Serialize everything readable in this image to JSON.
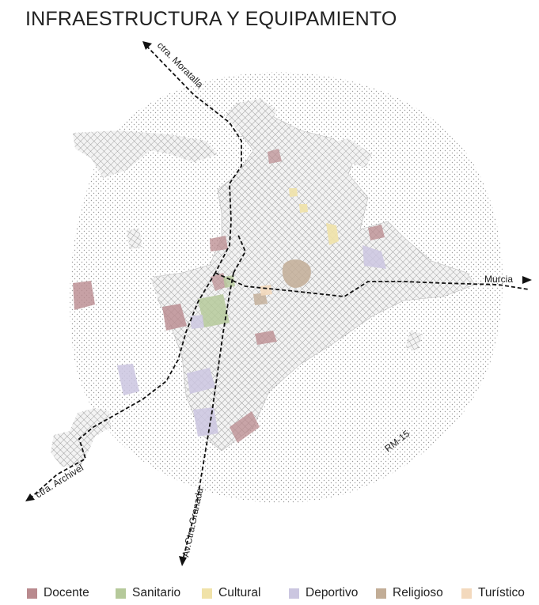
{
  "title": "INFRAESTRUCTURA Y EQUIPAMIENTO",
  "roads": {
    "moratalla": "ctra. Moratalla",
    "murcia": "Murcia",
    "archivel": "ctra. Archivel",
    "granada": "Av.Ctra.Granada",
    "rm15": "RM-15"
  },
  "legend": [
    {
      "key": "docente",
      "label": "Docente",
      "color": "#b98a8e"
    },
    {
      "key": "sanitario",
      "label": "Sanitario",
      "color": "#b5c99a"
    },
    {
      "key": "cultural",
      "label": "Cultural",
      "color": "#f0e2a8"
    },
    {
      "key": "deportivo",
      "label": "Deportivo",
      "color": "#cbc6e0"
    },
    {
      "key": "religioso",
      "label": "Religioso",
      "color": "#c2ad96"
    },
    {
      "key": "turistico",
      "label": "Turístico",
      "color": "#f3d9bd"
    }
  ],
  "colors": {
    "dots": "#9a9a9a",
    "hatch": "#8a8a8a",
    "road": "#111111"
  }
}
